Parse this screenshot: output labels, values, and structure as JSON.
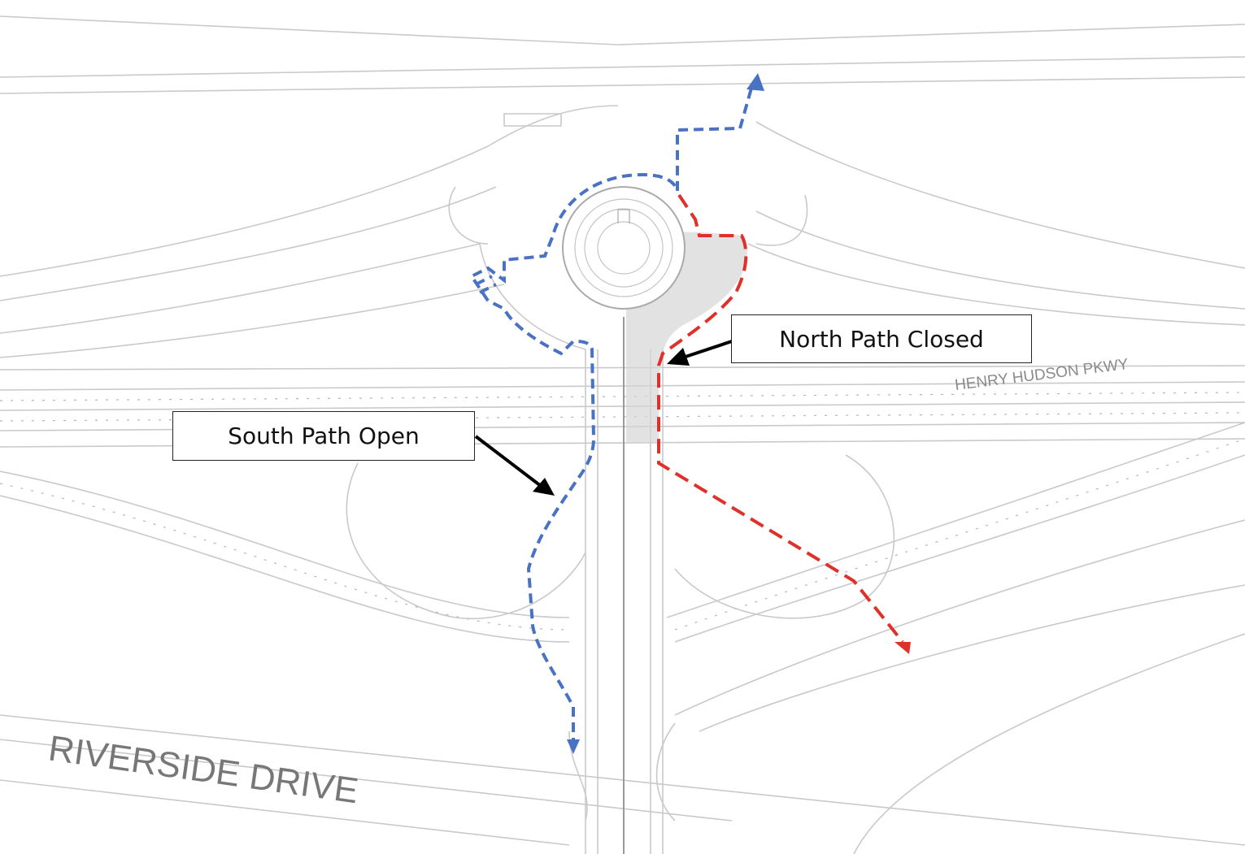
{
  "annotations": {
    "north_path": "North Path Closed",
    "south_path": "South Path Open"
  },
  "road_labels": {
    "henry_hudson": "HENRY HUDSON PKWY",
    "riverside": "RIVERSIDE DRIVE"
  },
  "colors": {
    "open_path": "#4a72c4",
    "closed_path": "#e0302a",
    "plaza_fill": "#d6d6d6"
  }
}
